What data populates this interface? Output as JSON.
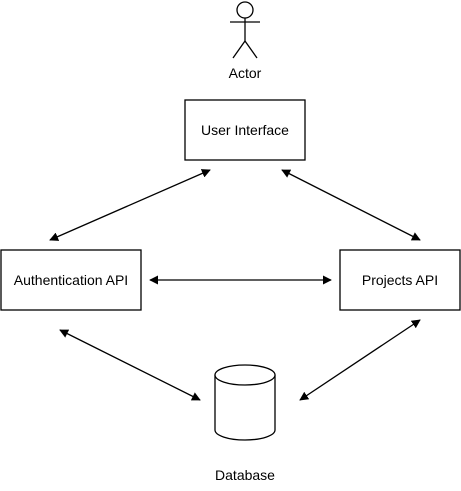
{
  "diagram": {
    "actor": {
      "label": "Actor"
    },
    "nodes": {
      "user_interface": "User Interface",
      "auth_api": "Authentication API",
      "projects_api": "Projects API",
      "database": "Database"
    },
    "edges": [
      {
        "from": "user_interface",
        "to": "auth_api",
        "bidirectional": true
      },
      {
        "from": "user_interface",
        "to": "projects_api",
        "bidirectional": true
      },
      {
        "from": "auth_api",
        "to": "projects_api",
        "bidirectional": true
      },
      {
        "from": "auth_api",
        "to": "database",
        "bidirectional": true
      },
      {
        "from": "projects_api",
        "to": "database",
        "bidirectional": true
      }
    ],
    "colors": {
      "stroke": "#000000",
      "fill": "#ffffff",
      "text": "#000000"
    }
  }
}
